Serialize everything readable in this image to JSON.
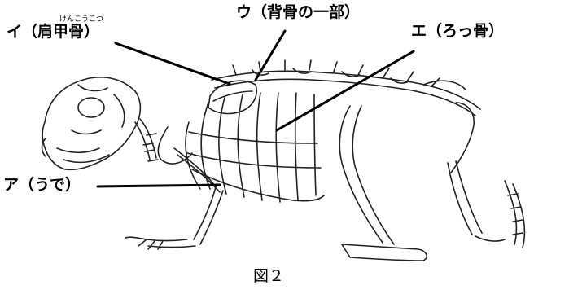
{
  "labels": {
    "arm": "ア（うで）",
    "scapula": "イ（肩甲骨）",
    "scapula_ruby": "けんこうこつ",
    "spine": "ウ（背骨の一部）",
    "ribs": "エ（ろっ骨）"
  },
  "caption": "図２"
}
